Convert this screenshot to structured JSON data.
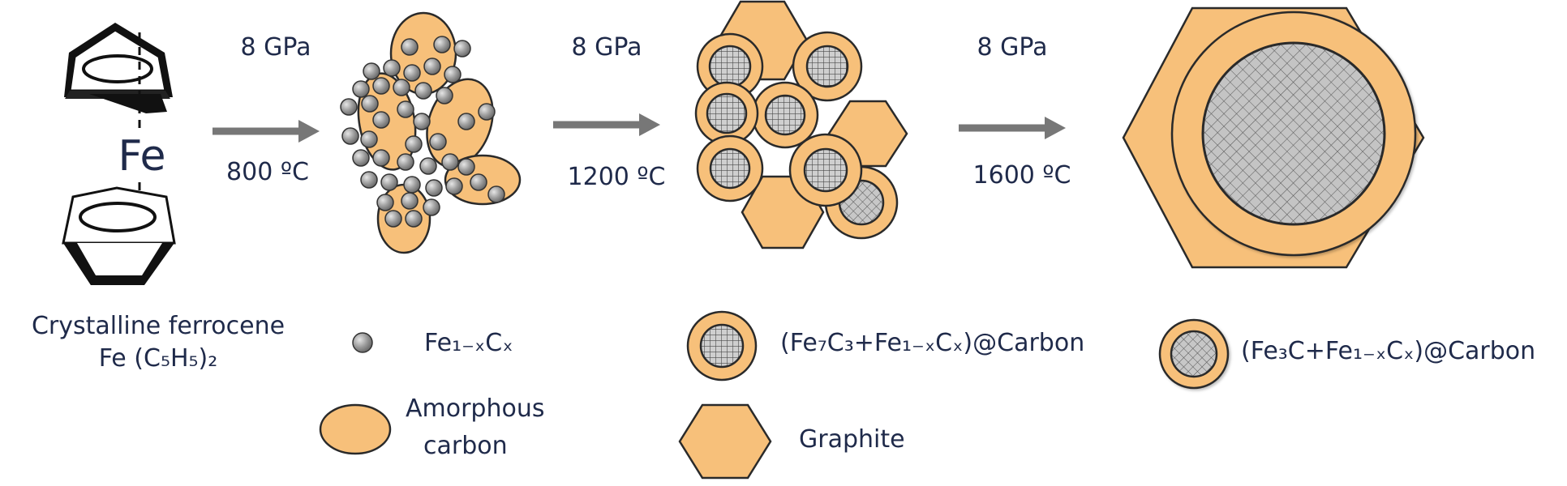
{
  "steps": [
    {
      "pressure": "8 GPa",
      "temperature": "800 ºC"
    },
    {
      "pressure": "8 GPa",
      "temperature": "1200 ºC"
    },
    {
      "pressure": "8 GPa",
      "temperature": "1600 ºC"
    }
  ],
  "ferrocene": {
    "atom": "Fe",
    "name_line1": "Crystalline ferrocene",
    "formula_line2": "Fe (C₅H₅)₂"
  },
  "legend": {
    "fe1xcx": "Fe₁₋ₓCₓ",
    "amorphous_line1": "Amorphous",
    "amorphous_line2": "carbon",
    "fe7c3": "(Fe₇C₃+Fe₁₋ₓCₓ)@Carbon",
    "graphite": "Graphite",
    "fe3c": "(Fe₃C+Fe₁₋ₓCₓ)@Carbon"
  },
  "colors": {
    "carbon": "#f7c07a",
    "particle": "#9a9a9a",
    "arrow": "#777777",
    "outline": "#2a2a2a",
    "text": "#1f2a4a",
    "core": "#b9b9b9"
  }
}
